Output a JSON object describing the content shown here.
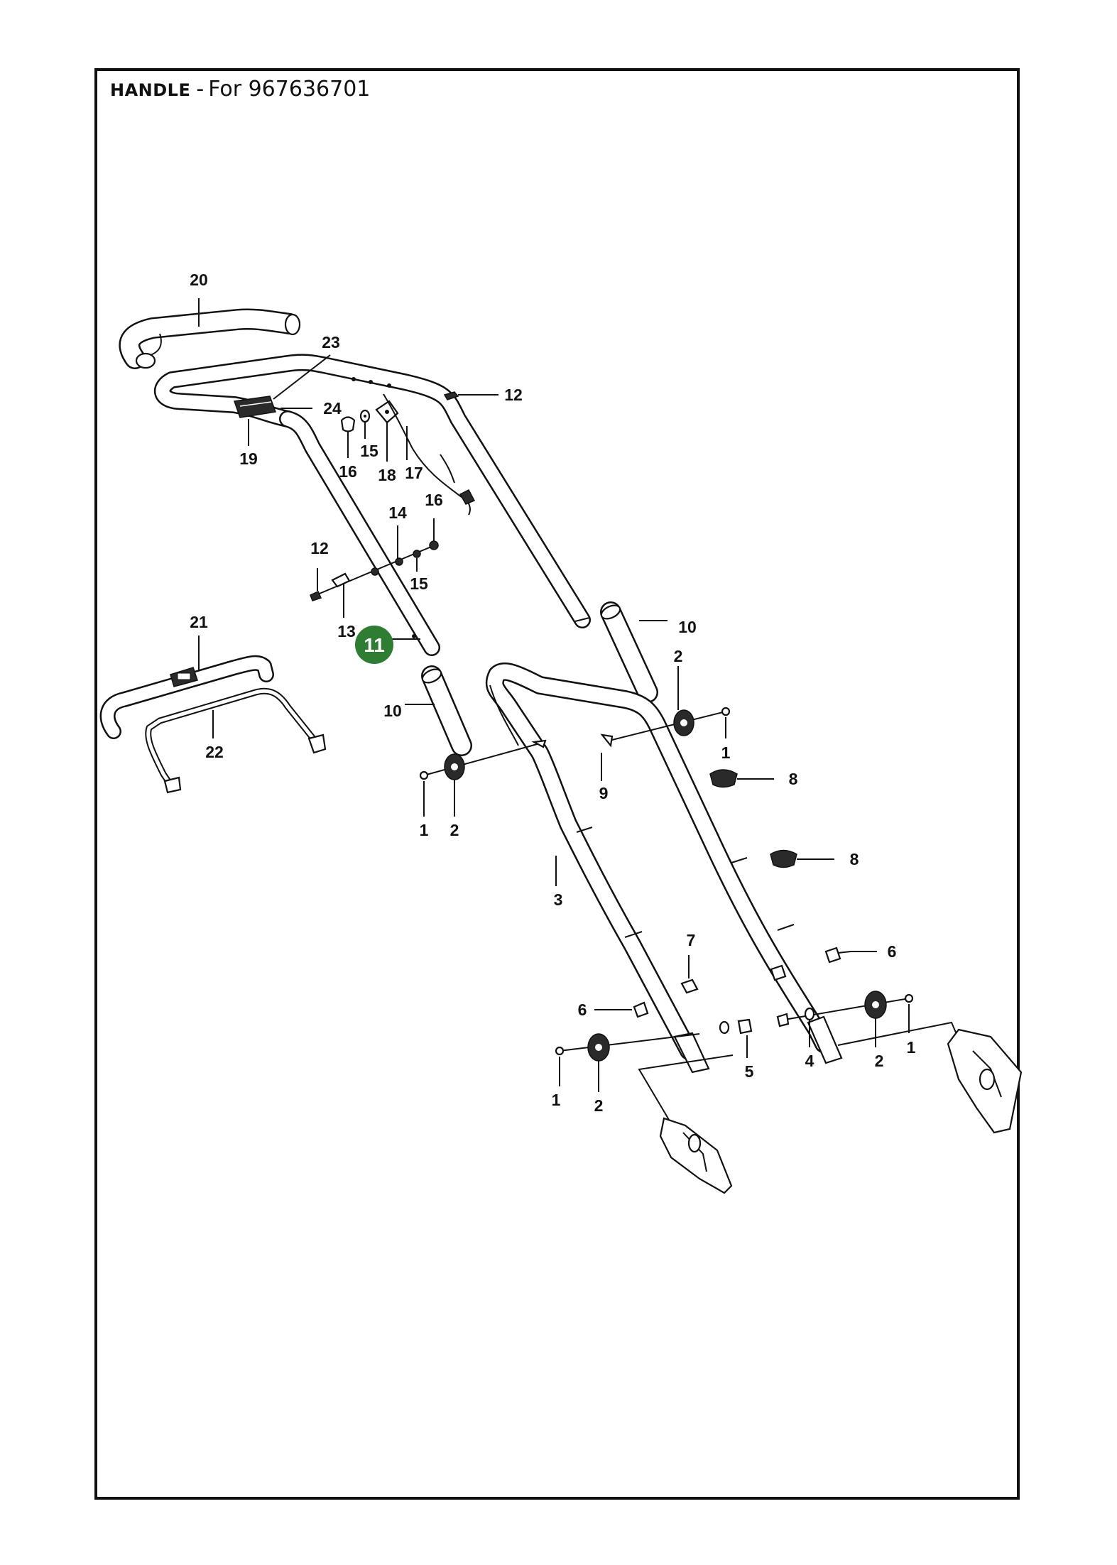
{
  "header": {
    "title_bold": "HANDLE",
    "title_separator": "-",
    "title_model": "For 967636701"
  },
  "highlight": {
    "part_number": "11",
    "color": "#2e7d32"
  },
  "callouts": {
    "c20": "20",
    "c23": "23",
    "c24": "24",
    "c12a": "12",
    "c19": "19",
    "c16a": "16",
    "c15a": "15",
    "c18": "18",
    "c17": "17",
    "c14": "14",
    "c16b": "16",
    "c12b": "12",
    "c15b": "15",
    "c13": "13",
    "c10a": "10",
    "c21": "21",
    "c10b": "10",
    "c22": "22",
    "c2a": "2",
    "c1a": "1",
    "c9": "9",
    "c8a": "8",
    "c8b": "8",
    "c1b": "1",
    "c2b": "2",
    "c3": "3",
    "c7": "7",
    "c6a": "6",
    "c6b": "6",
    "c5": "5",
    "c4": "4",
    "c2c": "2",
    "c1c": "1",
    "c1d": "1",
    "c2d": "2"
  },
  "colors": {
    "line": "#111111",
    "background": "#ffffff",
    "highlight": "#2e7d32"
  }
}
